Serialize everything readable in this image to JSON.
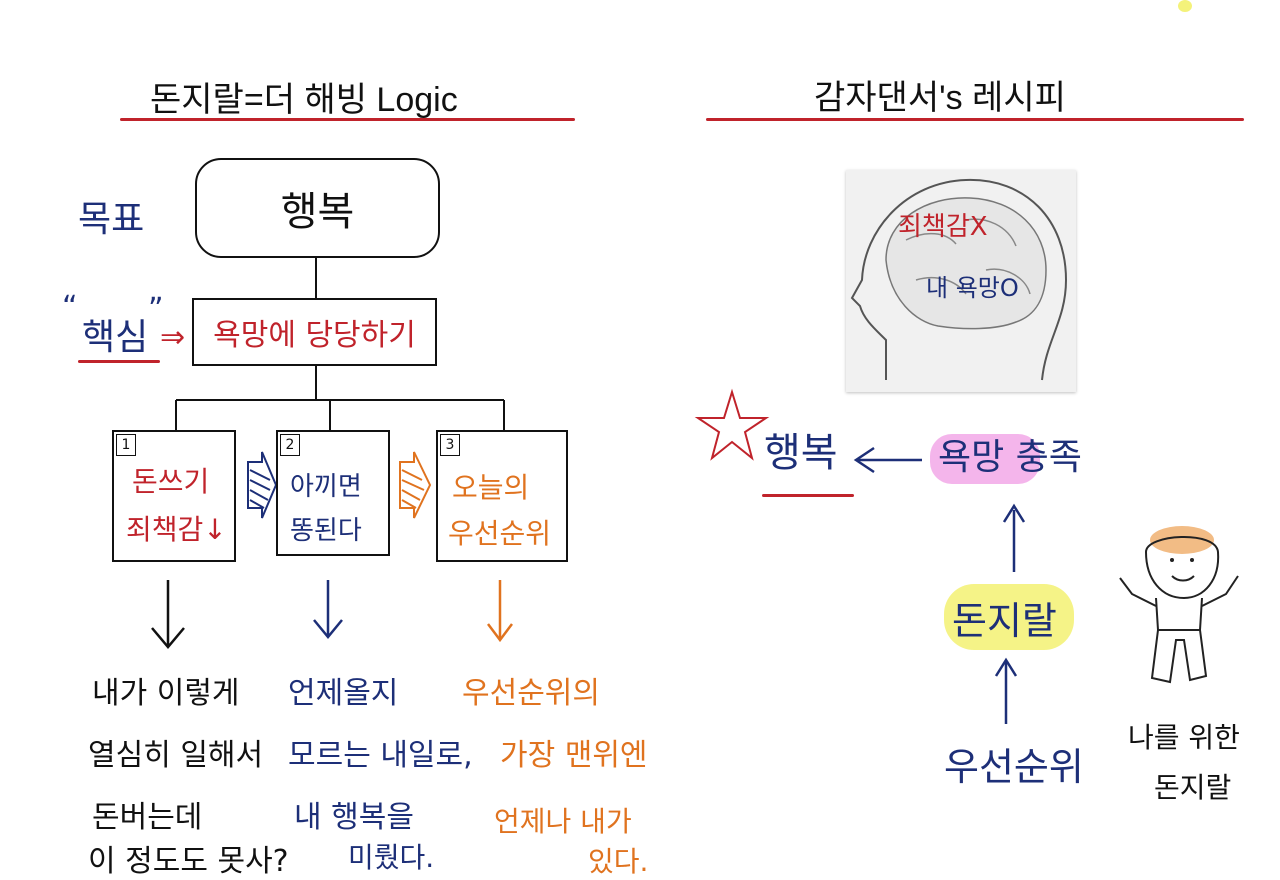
{
  "left": {
    "title": "돈지랄=더 해빙 Logic",
    "goal_label": "목표",
    "goal_box": "행복",
    "core_label": "핵심",
    "core_box": "욕망에 당당하기",
    "steps": [
      {
        "num": "1",
        "line1": "돈쓰기",
        "line2": "죄책감↓"
      },
      {
        "num": "2",
        "line1": "아끼면",
        "line2": "똥된다"
      },
      {
        "num": "3",
        "line1": "오늘의",
        "line2": "우선순위"
      }
    ],
    "col1": [
      "내가 이렇게",
      "열심히 일해서",
      "돈버는데",
      "이 정도도 못사?"
    ],
    "col2": [
      "언제올지",
      "모르는 내일로,",
      "내 행복을",
      "미뤘다."
    ],
    "col3": [
      "우선순위의",
      "가장 맨위엔",
      "언제나 내가",
      "있다."
    ]
  },
  "right": {
    "title": "감자댄서's 레시피",
    "head_text1": "죄책감X",
    "head_text2": "내 욕망O",
    "happy": "행복",
    "desire": "욕망 충족",
    "donjiral": "돈지랄",
    "priority": "우선순위",
    "figure_caption1": "나를 위한",
    "figure_caption2": "돈지랄"
  },
  "colors": {
    "navy": "#1d2f78",
    "red": "#c0232b",
    "orange": "#e0731f",
    "pink": "#f2a8e8",
    "yellow": "#f4f27a"
  }
}
